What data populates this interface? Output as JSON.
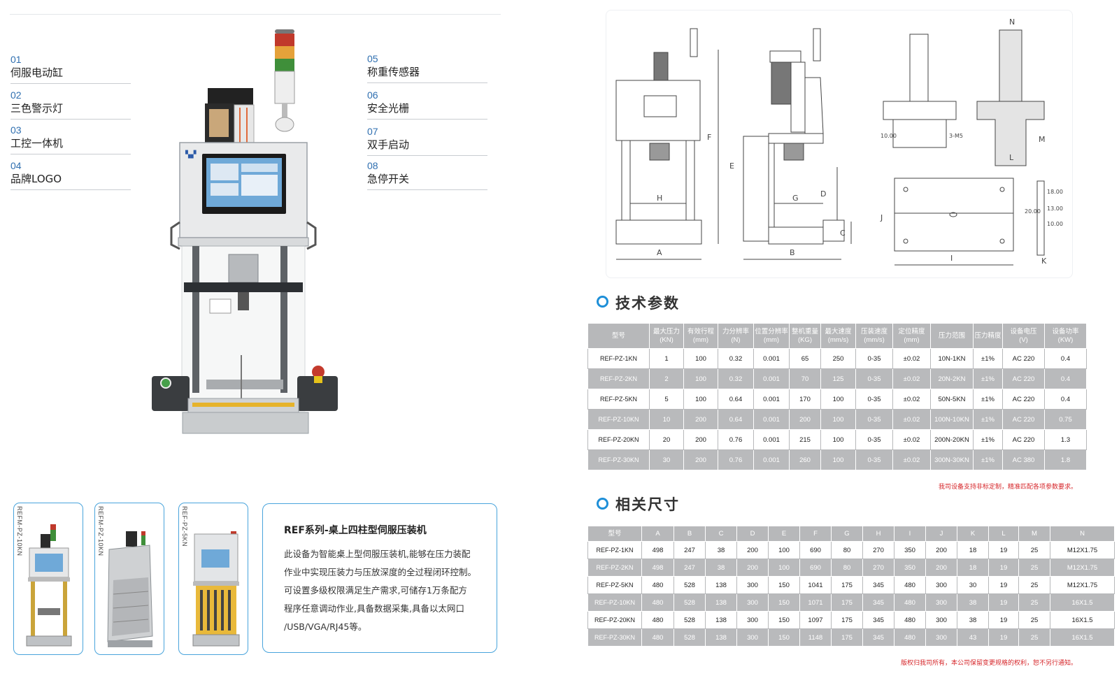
{
  "features": [
    {
      "num": "01",
      "label": "伺服电动缸"
    },
    {
      "num": "02",
      "label": "三色警示灯"
    },
    {
      "num": "03",
      "label": "工控一体机"
    },
    {
      "num": "04",
      "label": "品牌LOGO"
    },
    {
      "num": "05",
      "label": "称重传感器"
    },
    {
      "num": "06",
      "label": "安全光栅"
    },
    {
      "num": "07",
      "label": "双手启动"
    },
    {
      "num": "08",
      "label": "急停开关"
    }
  ],
  "thumbnails": [
    "REFM-PZ-10KN",
    "REFM-PZ-10KN",
    "REF-PZ-5KN"
  ],
  "description": {
    "title": "REF系列-桌上四柱型伺服压装机",
    "lines": [
      "此设备为智能桌上型伺服压装机,能够在压力装配",
      "作业中实现压装力与压放深度的全过程闭环控制。",
      "可设置多级权限满足生产需求,可储存1万条配方",
      "程序任意调动作业,具备数据采集,具备以太网口",
      "/USB/VGA/RJ45等。"
    ]
  },
  "drawing_labels": {
    "front": [
      "A",
      "H",
      "F"
    ],
    "side": [
      "B",
      "G",
      "E",
      "D",
      "C"
    ],
    "detail": [
      "N",
      "M",
      "L",
      "I",
      "J",
      "K"
    ],
    "dims": [
      "10.00",
      "3-M5",
      "18.00",
      "13.00",
      "10.00",
      "20.00"
    ]
  },
  "tech": {
    "title": "技术参数",
    "header": [
      "型号",
      "最大压力\n(KN)",
      "有效行程\n(mm)",
      "力分辨率\n(N)",
      "位置分辨率\n(mm)",
      "整机重量\n(KG)",
      "最大速度\n(mm/s)",
      "压装速度\n(mm/s)",
      "定位精度\n(mm)",
      "压力范围",
      "压力精度",
      "设备电压\n(V)",
      "设备功率\n(KW)"
    ],
    "rows": [
      [
        "REF-PZ-1KN",
        "1",
        "100",
        "0.32",
        "0.001",
        "65",
        "250",
        "0-35",
        "±0.02",
        "10N-1KN",
        "±1%",
        "AC 220",
        "0.4"
      ],
      [
        "REF-PZ-2KN",
        "2",
        "100",
        "0.32",
        "0.001",
        "70",
        "125",
        "0-35",
        "±0.02",
        "20N-2KN",
        "±1%",
        "AC 220",
        "0.4"
      ],
      [
        "REF-PZ-5KN",
        "5",
        "100",
        "0.64",
        "0.001",
        "170",
        "100",
        "0-35",
        "±0.02",
        "50N-5KN",
        "±1%",
        "AC 220",
        "0.4"
      ],
      [
        "REF-PZ-10KN",
        "10",
        "200",
        "0.64",
        "0.001",
        "200",
        "100",
        "0-35",
        "±0.02",
        "100N-10KN",
        "±1%",
        "AC 220",
        "0.75"
      ],
      [
        "REF-PZ-20KN",
        "20",
        "200",
        "0.76",
        "0.001",
        "215",
        "100",
        "0-35",
        "±0.02",
        "200N-20KN",
        "±1%",
        "AC 220",
        "1.3"
      ],
      [
        "REF-PZ-30KN",
        "30",
        "200",
        "0.76",
        "0.001",
        "260",
        "100",
        "0-35",
        "±0.02",
        "300N-30KN",
        "±1%",
        "AC 380",
        "1.8"
      ]
    ],
    "note": "我司设备支持非标定制，精准匹配各项参数要求。"
  },
  "dims": {
    "title": "相关尺寸",
    "header": [
      "型号",
      "A",
      "B",
      "C",
      "D",
      "E",
      "F",
      "G",
      "H",
      "I",
      "J",
      "K",
      "L",
      "M",
      "N"
    ],
    "rows": [
      [
        "REF-PZ-1KN",
        "498",
        "247",
        "38",
        "200",
        "100",
        "690",
        "80",
        "270",
        "350",
        "200",
        "18",
        "19",
        "25",
        "M12X1.75"
      ],
      [
        "REF-PZ-2KN",
        "498",
        "247",
        "38",
        "200",
        "100",
        "690",
        "80",
        "270",
        "350",
        "200",
        "18",
        "19",
        "25",
        "M12X1.75"
      ],
      [
        "REF-PZ-5KN",
        "480",
        "528",
        "138",
        "300",
        "150",
        "1041",
        "175",
        "345",
        "480",
        "300",
        "30",
        "19",
        "25",
        "M12X1.75"
      ],
      [
        "REF-PZ-10KN",
        "480",
        "528",
        "138",
        "300",
        "150",
        "1071",
        "175",
        "345",
        "480",
        "300",
        "38",
        "19",
        "25",
        "16X1.5"
      ],
      [
        "REF-PZ-20KN",
        "480",
        "528",
        "138",
        "300",
        "150",
        "1097",
        "175",
        "345",
        "480",
        "300",
        "38",
        "19",
        "25",
        "16X1.5"
      ],
      [
        "REF-PZ-30KN",
        "480",
        "528",
        "138",
        "300",
        "150",
        "1148",
        "175",
        "345",
        "480",
        "300",
        "43",
        "19",
        "25",
        "16X1.5"
      ]
    ],
    "note": "版权归我司所有，本公司保留变更规格的权利，恕不另行通知。"
  }
}
